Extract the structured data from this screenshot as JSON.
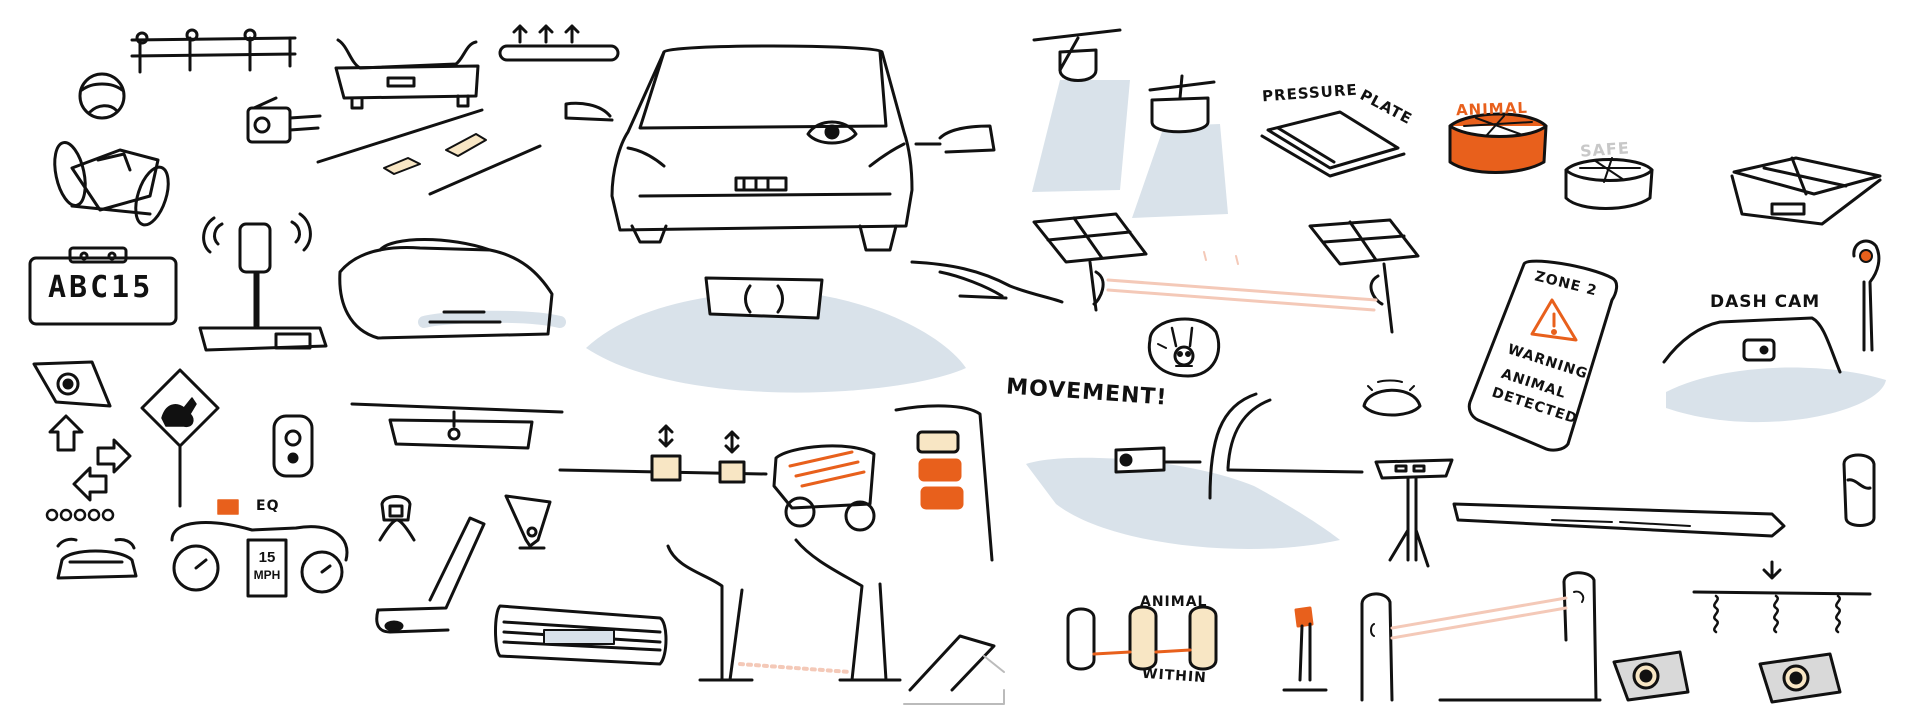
{
  "labels": {
    "license_plate": "ABC15",
    "speed_number": "15",
    "speed_unit": "MPH",
    "eq": "EQ",
    "movement": "MOVEMENT!",
    "pressure": "PRESSURE",
    "plate": "PLATE",
    "animal": "ANIMAL",
    "safe": "SAFE",
    "zone": "ZONE 2",
    "warning_1": "WARNING",
    "warning_2": "ANIMAL",
    "warning_3": "DETECTED",
    "dash_cam": "DASH CAM",
    "animal_within_top": "ANIMAL",
    "animal_within_bottom": "WITHIN"
  },
  "colors": {
    "ink": "#111111",
    "accent": "#e8601c",
    "sensor_field": "#d9e2ea",
    "beam": "#f4c9b8",
    "cream": "#f8e6c4",
    "muted_label": "#c8c8c8"
  }
}
